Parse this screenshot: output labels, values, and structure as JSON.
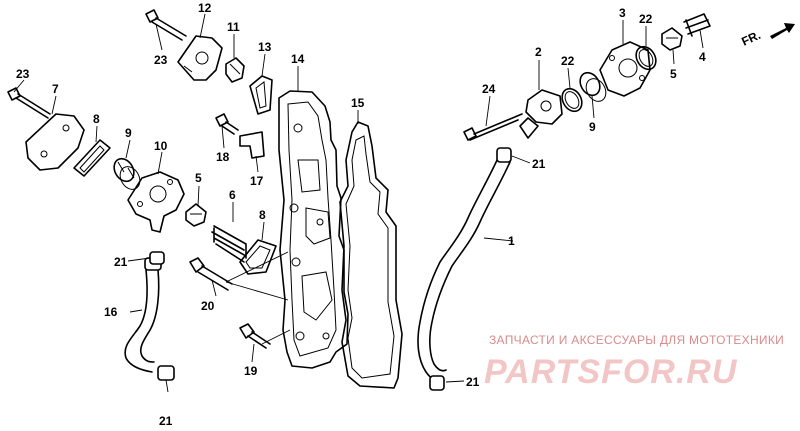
{
  "front_indicator": "FR.",
  "callouts": {
    "c1": "1",
    "c2": "2",
    "c3": "3",
    "c4": "4",
    "c5a": "5",
    "c5b": "5",
    "c6": "6",
    "c7": "7",
    "c8a": "8",
    "c8b": "8",
    "c9a": "9",
    "c9b": "9",
    "c10": "10",
    "c11": "11",
    "c12": "12",
    "c13": "13",
    "c14": "14",
    "c15": "15",
    "c16": "16",
    "c17": "17",
    "c18": "18",
    "c19": "19",
    "c20": "20",
    "c21a": "21",
    "c21b": "21",
    "c21c": "21",
    "c21d": "21",
    "c22a": "22",
    "c22b": "22",
    "c23a": "23",
    "c23b": "23",
    "c24": "24"
  },
  "watermark": {
    "subtitle": "ЗАПЧАСТИ И АКСЕССУАРЫ ДЛЯ МОТОТЕХНИКИ",
    "brand": "PARTSFOR.RU"
  }
}
